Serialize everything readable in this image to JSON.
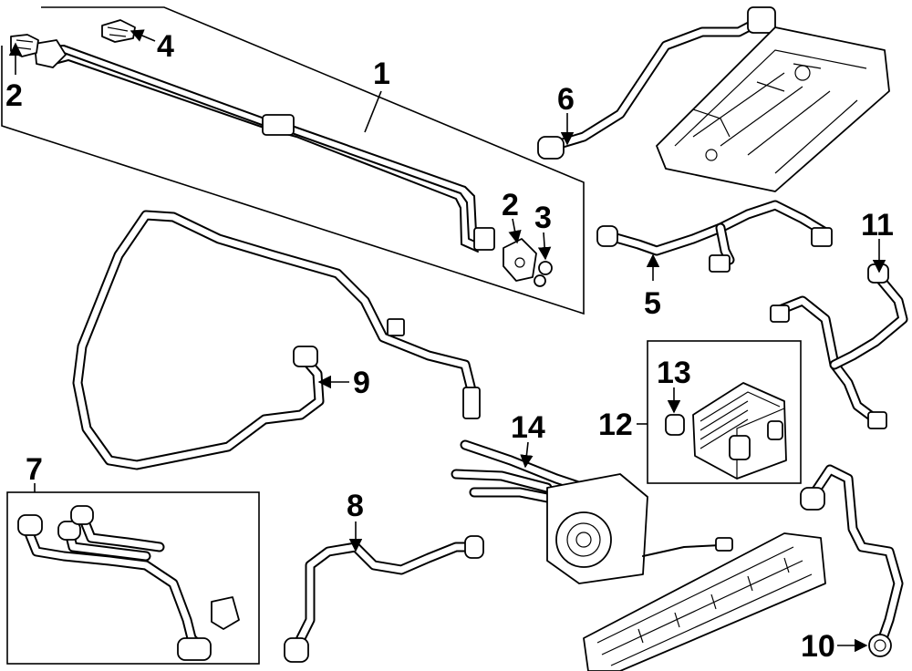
{
  "callouts": {
    "c1": "1",
    "c2a": "2",
    "c2b": "2",
    "c3": "3",
    "c4": "4",
    "c5": "5",
    "c6": "6",
    "c7": "7",
    "c8": "8",
    "c9": "9",
    "c10": "10",
    "c11": "11",
    "c12": "12",
    "c13": "13",
    "c14": "14"
  }
}
